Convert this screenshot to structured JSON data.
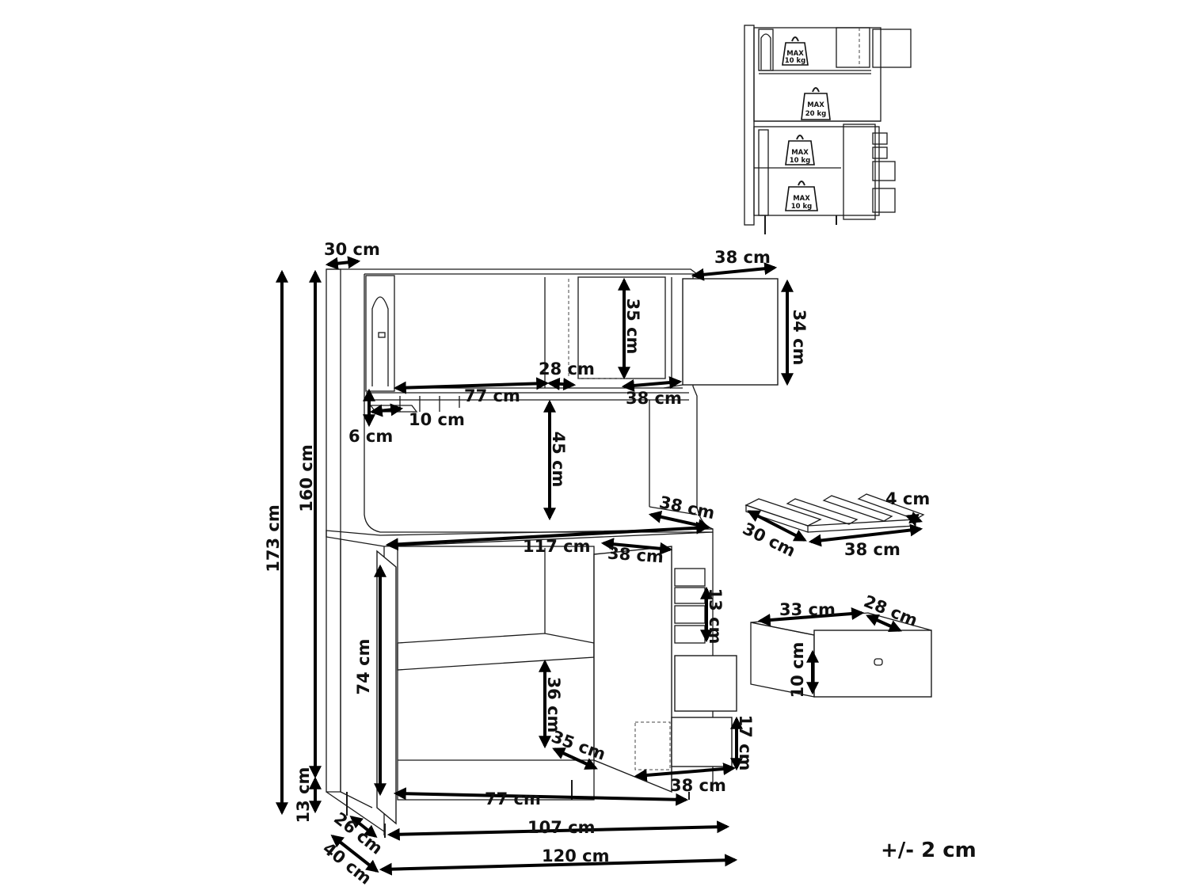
{
  "labels": {
    "d30_top": "30 cm",
    "d38_door_top": "38 cm",
    "d35_upper": "35 cm",
    "d34_door": "34 cm",
    "d28_shelf": "28 cm",
    "d77_upper": "77 cm",
    "d38_upper": "38 cm",
    "d10_rack": "10 cm",
    "d6_rack": "6 cm",
    "d45_open": "45 cm",
    "d38_counter": "38 cm",
    "d117": "117 cm",
    "d38_lower_door": "38 cm",
    "d173": "173 cm",
    "d160": "160 cm",
    "d74": "74 cm",
    "d36": "36 cm",
    "d35_depth": "35 cm",
    "d77_lower": "77 cm",
    "d38_lower": "38 cm",
    "d13_drawer": "13 cm",
    "d17_drawer": "17 cm",
    "d13_legs": "13 cm",
    "d107": "107 cm",
    "d120": "120 cm",
    "d26": "26 cm",
    "d40": "40 cm",
    "rack_4": "4 cm",
    "rack_30": "30 cm",
    "rack_38": "38 cm",
    "drawer_33": "33 cm",
    "drawer_28": "28 cm",
    "drawer_10": "10 cm",
    "tolerance": "+/- 2 cm"
  },
  "load_badges": [
    {
      "max": "MAX",
      "kg": "10 kg"
    },
    {
      "max": "MAX",
      "kg": "20 kg"
    },
    {
      "max": "MAX",
      "kg": "10 kg"
    },
    {
      "max": "MAX",
      "kg": "10 kg"
    }
  ]
}
